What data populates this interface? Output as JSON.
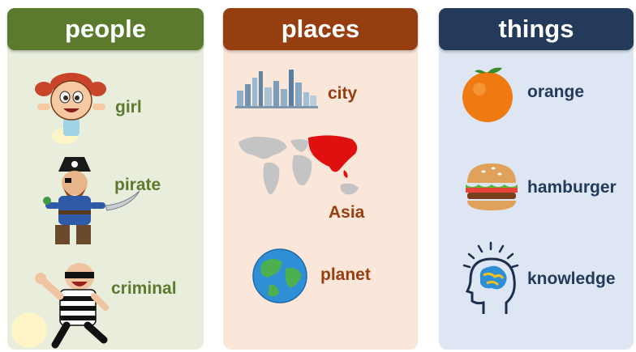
{
  "columns": {
    "people": {
      "title": "people",
      "items": [
        {
          "label": "girl",
          "icon": "girl-icon"
        },
        {
          "label": "pirate",
          "icon": "pirate-icon"
        },
        {
          "label": "criminal",
          "icon": "criminal-icon"
        }
      ]
    },
    "places": {
      "title": "places",
      "items": [
        {
          "label": "city",
          "icon": "city-skyline-icon"
        },
        {
          "label": "Asia",
          "icon": "world-map-asia-icon"
        },
        {
          "label": "planet",
          "icon": "globe-icon"
        }
      ]
    },
    "things": {
      "title": "things",
      "items": [
        {
          "label": "orange",
          "icon": "orange-icon"
        },
        {
          "label": "hamburger",
          "icon": "hamburger-icon"
        },
        {
          "label": "knowledge",
          "icon": "brain-head-icon"
        }
      ]
    }
  },
  "colors": {
    "people": "#5c7a2e",
    "places": "#963e0f",
    "things": "#243a5a",
    "asia_highlight": "#e01010"
  }
}
